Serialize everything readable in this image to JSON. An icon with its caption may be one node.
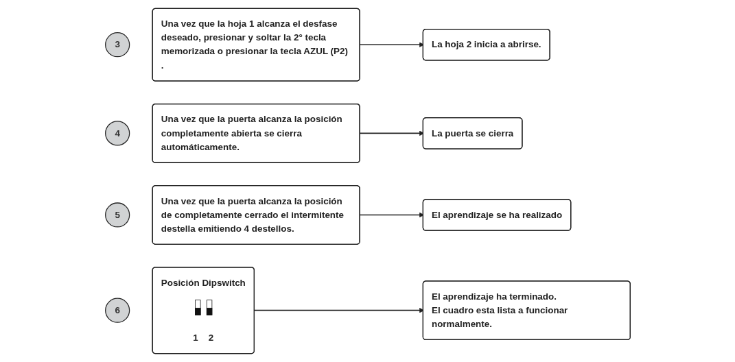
{
  "diagram": {
    "nodes": [
      {
        "text": [
          "3"
        ]
      },
      {
        "text": [
          "Una vez que la hoja 1 alcanza el desfase deseado, presionar y soltar la 2° tecla memorizada o presionar la tecla AZUL (P2) ."
        ]
      },
      {
        "text": [
          "La hoja 2 inicia a abrirse."
        ]
      },
      {
        "text": [
          "4"
        ]
      },
      {
        "text": [
          "Una vez que la puerta alcanza la posición completamente abierta se cierra automáticamente."
        ]
      },
      {
        "text": [
          "La puerta se cierra"
        ]
      },
      {
        "text": [
          "5"
        ]
      },
      {
        "text": [
          "Una vez que la puerta alcanza la posición de completamente cerrado el intermitente destella emitiendo 4 destellos."
        ]
      },
      {
        "text": [
          "El aprendizaje se ha realizado"
        ]
      },
      {
        "text": [
          "6"
        ]
      },
      {
        "text": [
          "Posición Dipswitch",
          "1",
          "2"
        ]
      },
      {
        "text": [
          "El aprendizaje ha terminado.",
          "El cuadro esta lista a funcionar normalmente."
        ]
      }
    ],
    "edges": [
      {
        "from": 1,
        "to": 2,
        "arrow": "to"
      },
      {
        "from": 4,
        "to": 5,
        "arrow": "to"
      },
      {
        "from": 7,
        "to": 8,
        "arrow": "to"
      },
      {
        "from": 10,
        "to": 11,
        "arrow": "to"
      }
    ]
  }
}
